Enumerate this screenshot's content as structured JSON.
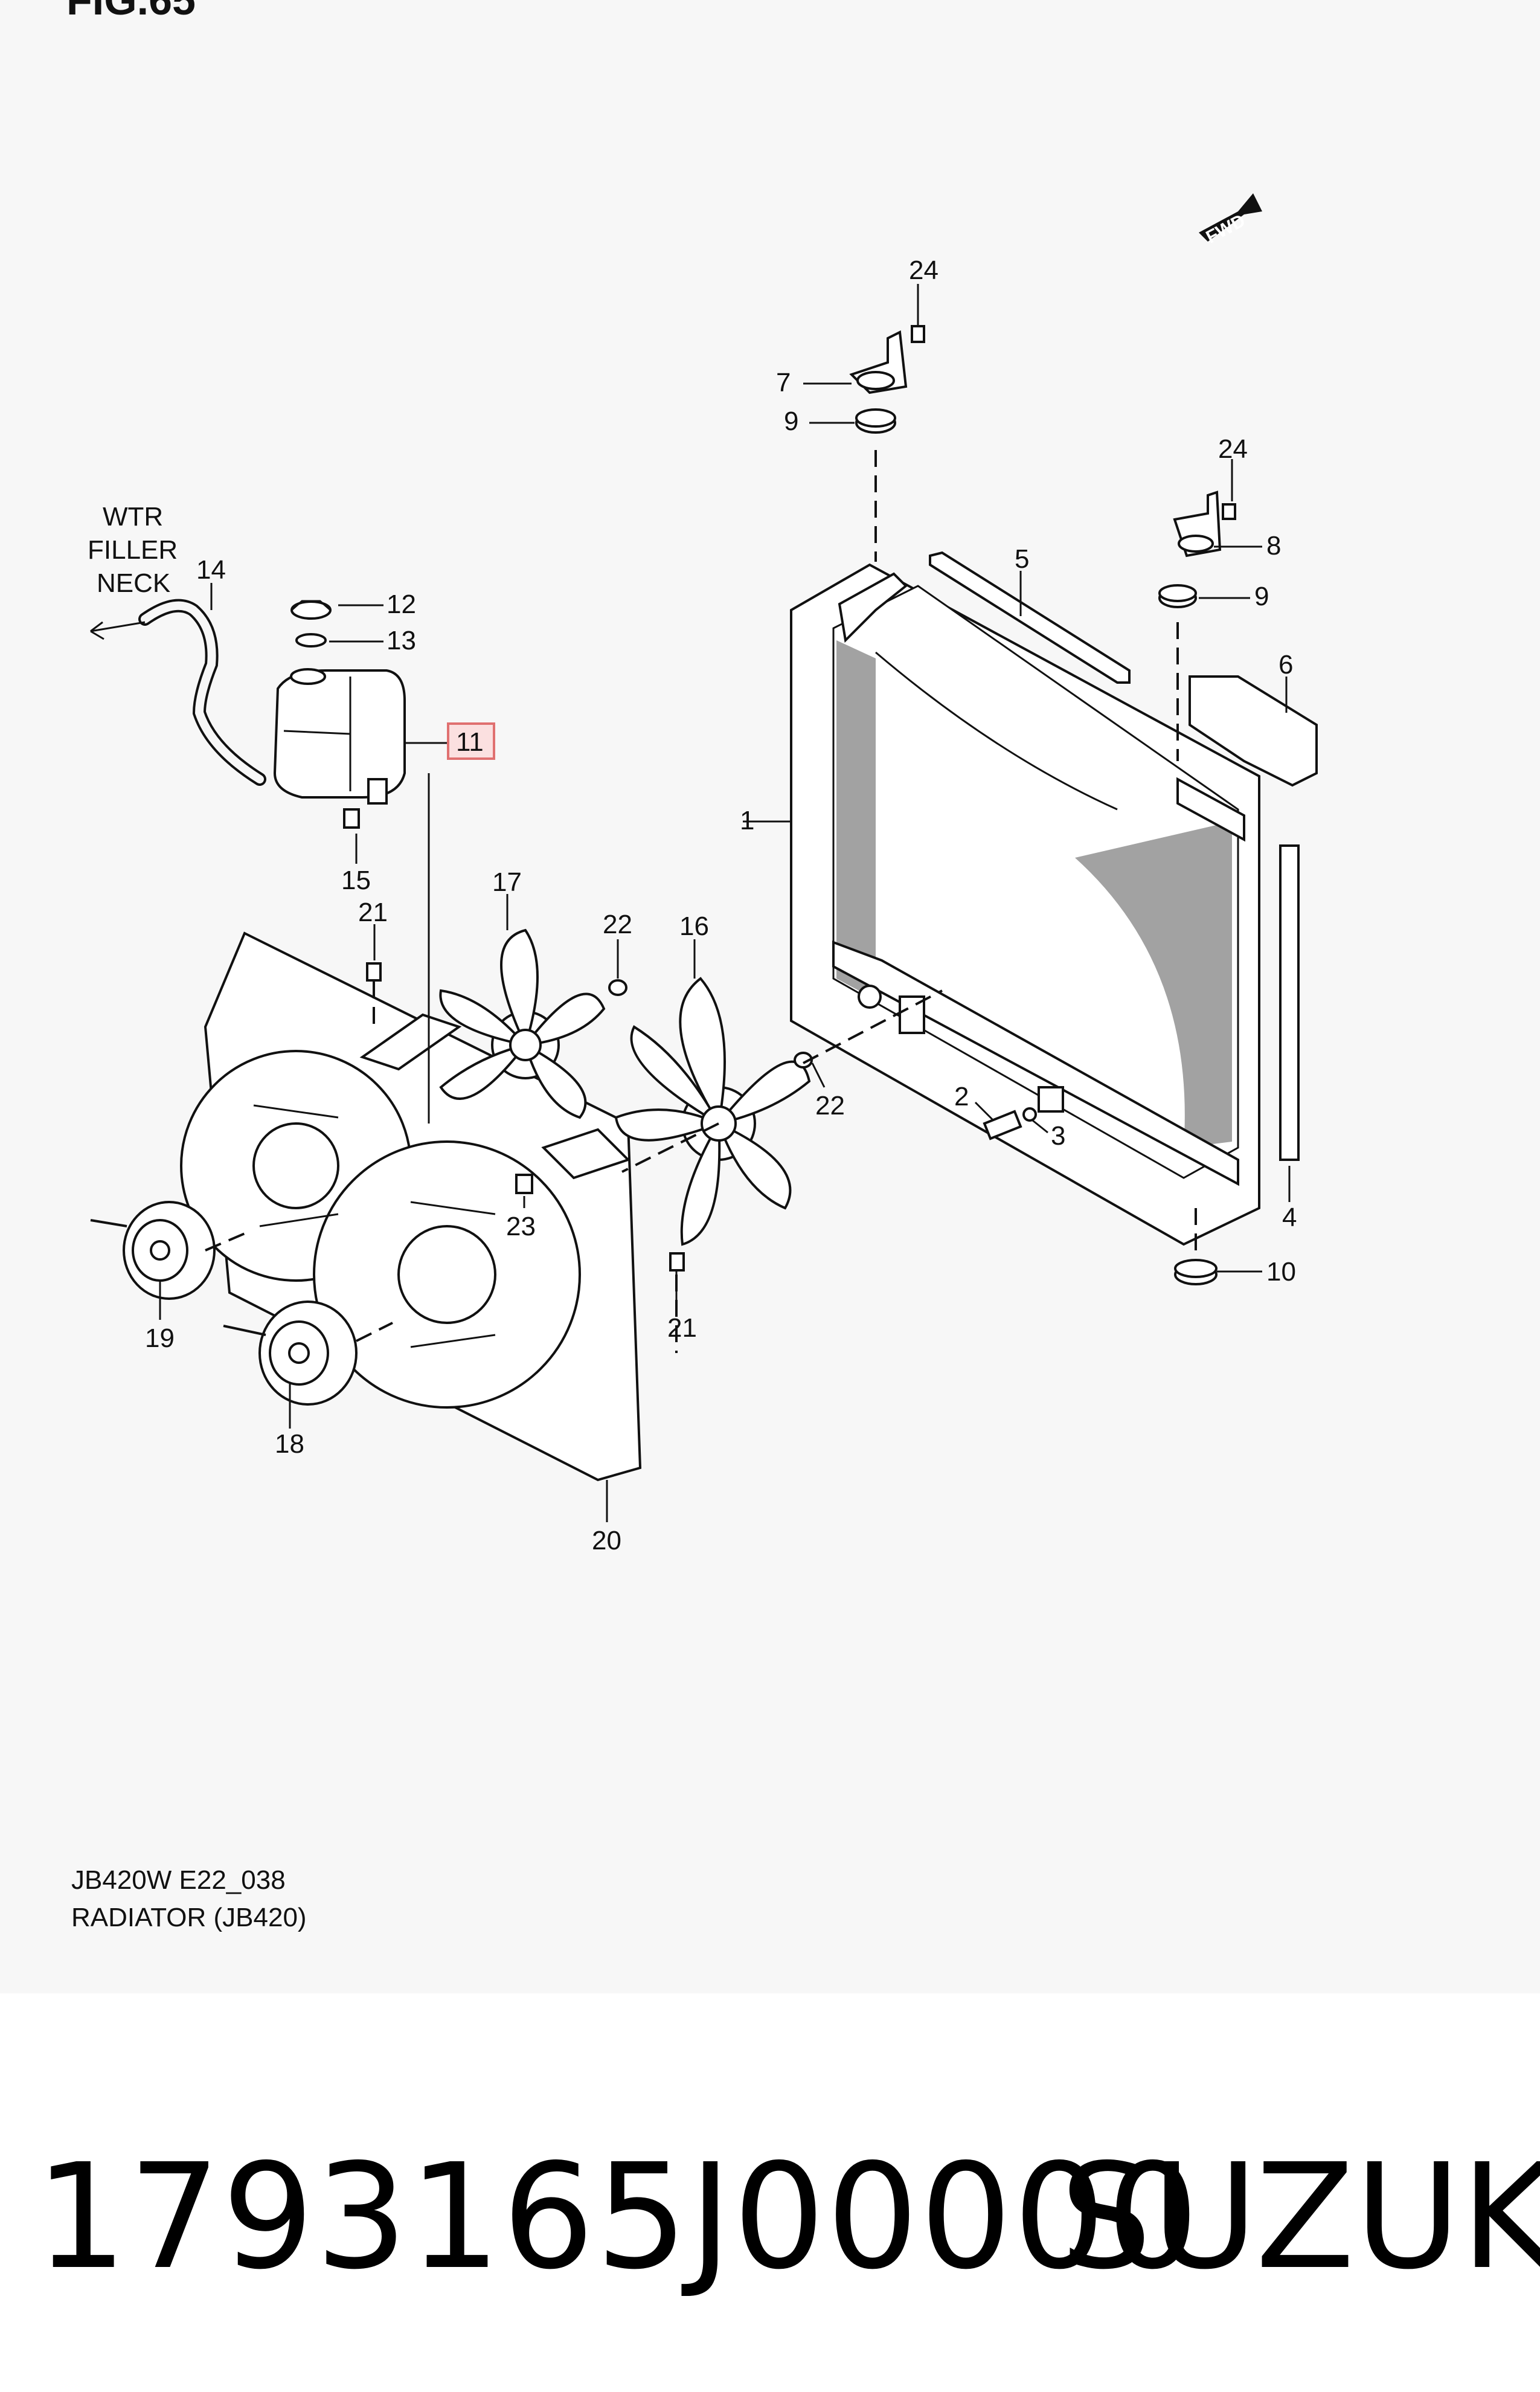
{
  "figure": {
    "fig_label": "FIG.65",
    "fwd_badge": "FWD",
    "note_lines": [
      "WTR",
      "FILLER",
      "NECK"
    ],
    "caption_code": "JB420W E22_038",
    "caption_title": "RADIATOR (JB420)",
    "highlighted_callout": "11",
    "callouts": [
      "1",
      "2",
      "3",
      "4",
      "5",
      "6",
      "7",
      "8",
      "9",
      "9",
      "10",
      "11",
      "12",
      "13",
      "14",
      "15",
      "16",
      "17",
      "18",
      "19",
      "20",
      "21",
      "21",
      "22",
      "22",
      "23",
      "24",
      "24"
    ]
  },
  "footer": {
    "part_number": "1793165J00000",
    "brand": "SUZUKI"
  },
  "colors": {
    "sheet_background": "#f7f7f7",
    "highlight": "#e07070",
    "ink": "#111111"
  }
}
